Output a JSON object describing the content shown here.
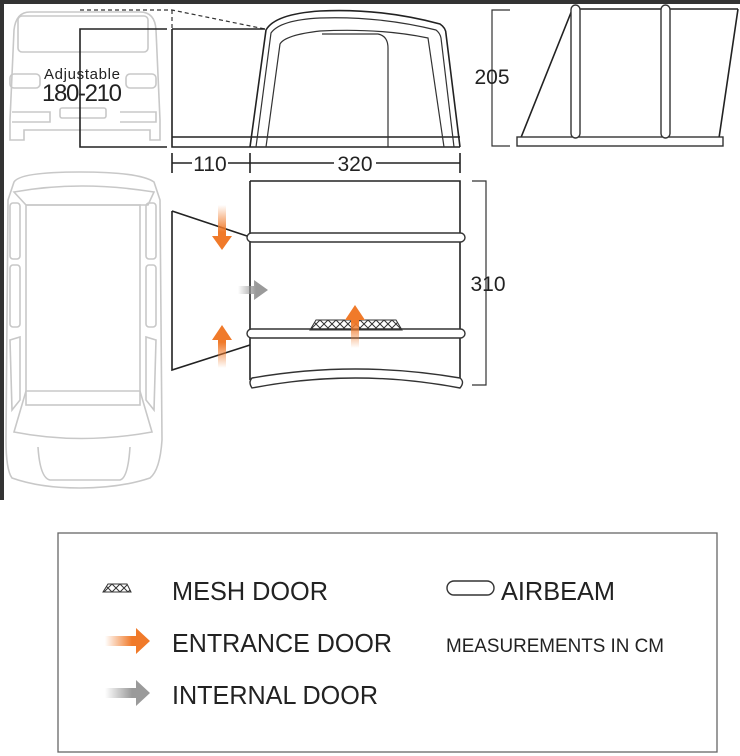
{
  "front_view": {
    "adjustable_label": "Adjustable",
    "adjustable_range": "180-210",
    "annex_width": "110",
    "tent_width": "320"
  },
  "side_view": {
    "height": "205"
  },
  "top_view": {
    "depth": "310"
  },
  "colors": {
    "entrance": "#f07a2a",
    "internal": "#9a9a9a",
    "line": "#222222",
    "car": "#c8c8c8"
  },
  "legend": {
    "mesh_door": "MESH DOOR",
    "entrance_door": "ENTRANCE DOOR",
    "internal_door": "INTERNAL DOOR",
    "airbeam": "AIRBEAM",
    "units_note": "MEASUREMENTS IN CM"
  }
}
